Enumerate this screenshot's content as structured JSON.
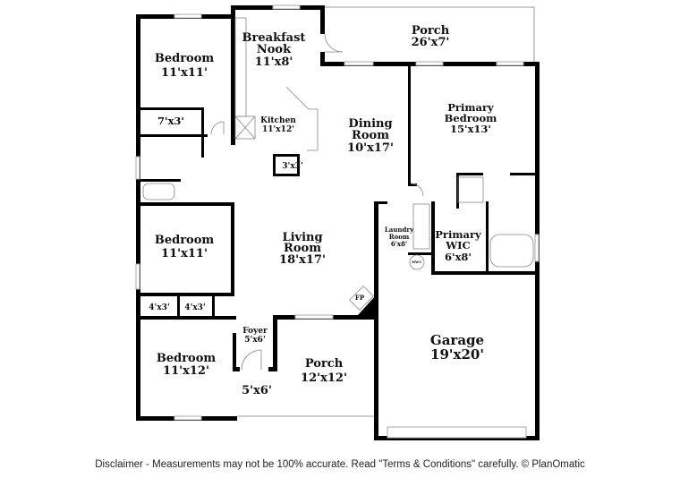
{
  "rooms": {
    "bedroom_nw": {
      "name": "Bedroom",
      "size": "11'x11'"
    },
    "closet_7x3": {
      "size": "7'x3'"
    },
    "nook": {
      "name_line1": "Breakfast",
      "name_line2": "Nook",
      "size": "11'x8'"
    },
    "kitchen": {
      "name": "Kitchen",
      "size": "11'x12'"
    },
    "pantry": {
      "size": "3'x3'"
    },
    "porch_rear": {
      "name": "Porch",
      "size": "26'x7'"
    },
    "dining": {
      "name_line1": "Dining",
      "name_line2": "Room",
      "size": "10'x17'"
    },
    "primary_bedroom": {
      "name_line1": "Primary",
      "name_line2": "Bedroom",
      "size": "15'x13'"
    },
    "bedroom_w": {
      "name": "Bedroom",
      "size": "11'x11'"
    },
    "living": {
      "name_line1": "Living",
      "name_line2": "Room",
      "size": "18'x17'"
    },
    "laundry": {
      "name_line1": "Laundry",
      "name_line2": "Room",
      "size": "6'x8'"
    },
    "hwc": {
      "name": "HWC"
    },
    "primary_wic": {
      "name_line1": "Primary",
      "name_line2": "WIC",
      "size": "6'x8'"
    },
    "closet_a": {
      "size": "4'x3'"
    },
    "closet_b": {
      "size": "4'x3'"
    },
    "fireplace": {
      "name": "FP"
    },
    "foyer": {
      "name": "Foyer",
      "size": "5'x6'"
    },
    "bedroom_sw": {
      "name": "Bedroom",
      "size": "11'x12'"
    },
    "entry": {
      "size": "5'x6'"
    },
    "porch_front": {
      "name": "Porch",
      "size": "12'x12'"
    },
    "garage": {
      "name": "Garage",
      "size": "19'x20'"
    }
  },
  "disclaimer": "Disclaimer - Measurements may not be 100% accurate. Read \"Terms & Conditions\" carefully. © PlanOmatic"
}
